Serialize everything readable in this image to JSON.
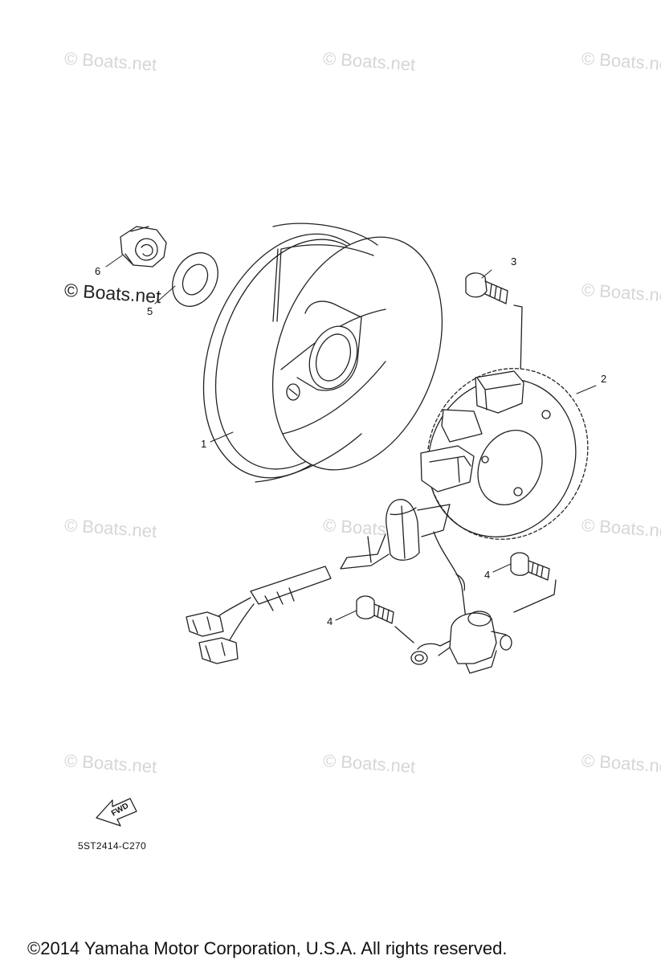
{
  "watermark_text": "© Boats.net",
  "callouts": [
    "1",
    "2",
    "3",
    "4",
    "4",
    "5",
    "6"
  ],
  "fwd_label": "FWD",
  "diagram_code": "5ST2414-C270",
  "copyright": "©2014 Yamaha Motor Corporation, U.S.A. All rights reserved."
}
